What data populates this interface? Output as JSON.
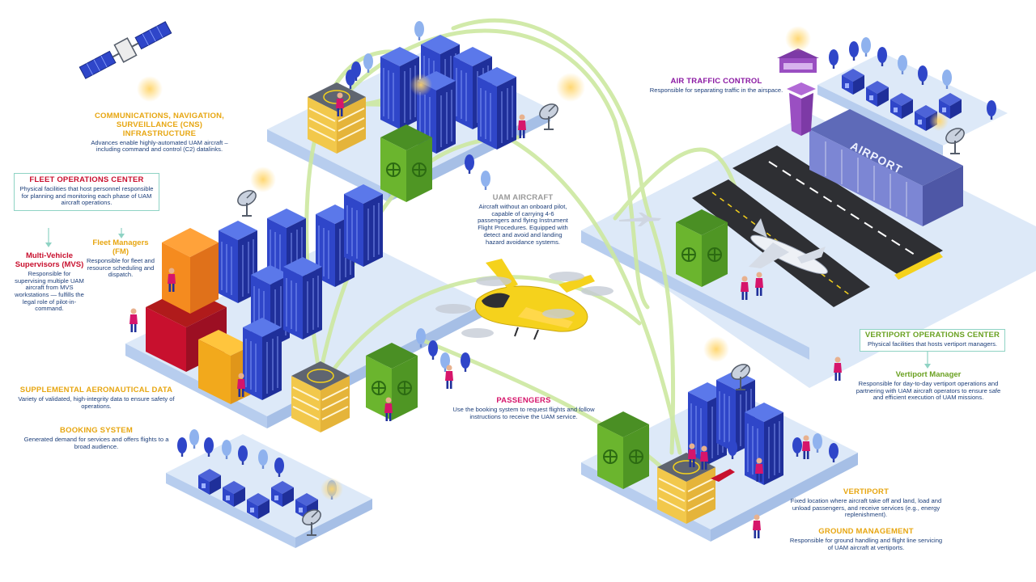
{
  "labels": {
    "cns_title": "COMMUNICATIONS, NAVIGATION, SURVEILLANCE (CNS) INFRASTRUCTURE",
    "cns_desc": "Advances enable highly-automated UAM aircraft – including command and control (C2) datalinks.",
    "foc_title": "FLEET OPERATIONS CENTER",
    "foc_desc": "Physical facilities that host personnel responsible for planning and monitoring each phase of UAM aircraft operations.",
    "mvs_title": "Multi-Vehicle Supervisors (MVS)",
    "mvs_desc": "Responsible for supervising multiple UAM aircraft from MVS workstations — fulfills the legal role of pilot-in-command.",
    "fm_title": "Fleet Managers (FM)",
    "fm_desc": "Responsible for fleet and resource scheduling and dispatch.",
    "uam_title": "UAM AIRCRAFT",
    "uam_desc": "Aircraft without an onboard pilot, capable of carrying 4-6 passengers and flying Instrument Flight Procedures. Equipped with detect and avoid and landing hazard avoidance systems.",
    "atc_title": "AIR TRAFFIC CONTROL",
    "atc_desc": "Responsible for separating traffic in the airspace.",
    "airport_sign": "AIRPORT",
    "voc_title": "VERTIPORT OPERATIONS CENTER",
    "voc_desc": "Physical facilities that hosts vertiport managers.",
    "vm_title": "Vertiport Manager",
    "vm_desc": "Responsible for day-to-day vertiport operations and partnering with UAM aircraft operators to ensure safe and efficient execution of UAM missions.",
    "sad_title": "SUPPLEMENTAL AERONAUTICAL DATA",
    "sad_desc": "Variety of validated, high-integrity data to ensure safety of operations.",
    "booking_title": "BOOKING SYSTEM",
    "booking_desc": "Generated demand for services and offers flights to a broad audience.",
    "pass_title": "PASSENGERS",
    "pass_desc": "Use the booking system to request flights and follow instructions to receive the UAM service.",
    "vertiport_title": "VERTIPORT",
    "vertiport_desc": "Fixed location where aircraft take off and land, load and unload passengers, and receive services (e.g., energy replenishment).",
    "gm_title": "GROUND MANAGEMENT",
    "gm_desc": "Responsible for ground handling and flight line servicing of UAM aircraft at vertiports."
  },
  "colors": {
    "label_yellow": "#e7a611",
    "label_red": "#c8102e",
    "label_purple": "#8b1aa3",
    "label_green": "#6aa121",
    "text_navy": "#1d3f7a",
    "platform": "#dde9f8",
    "building_blue": "#2f46c9",
    "vertiport_green": "#6bb52e",
    "route_green": "#cde8a0",
    "aircraft_yellow": "#f5d21c",
    "runway": "#2e2f33",
    "tower_purple": "#9a4fc2"
  },
  "icons": [
    "satellite-icon",
    "satellite-dish-icon",
    "signal-glow-icon",
    "uam-aircraft-icon",
    "airliner-icon",
    "control-tower-icon",
    "person-icon"
  ]
}
